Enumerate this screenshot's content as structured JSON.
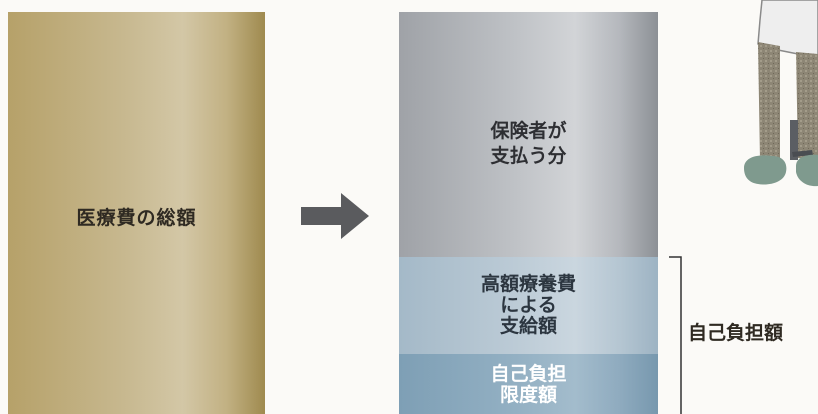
{
  "diagram": {
    "total_label": "医療費の総額",
    "segments": {
      "insurer": "保険者が\n支払う分",
      "benefit": "高額療養費\nによる\n支給額",
      "limit": "自己負担\n限度額"
    },
    "self_pay_label": "自己負担額"
  },
  "colors": {
    "total_bar": "#c7b88f",
    "insurer_segment": "#bfc2c6",
    "benefit_segment": "#bccbd6",
    "limit_segment": "#93b0c3",
    "arrow": "#5a5b5e"
  },
  "icons": {
    "arrow": "arrow-right-icon",
    "illustration": "person-legs-illustration"
  }
}
